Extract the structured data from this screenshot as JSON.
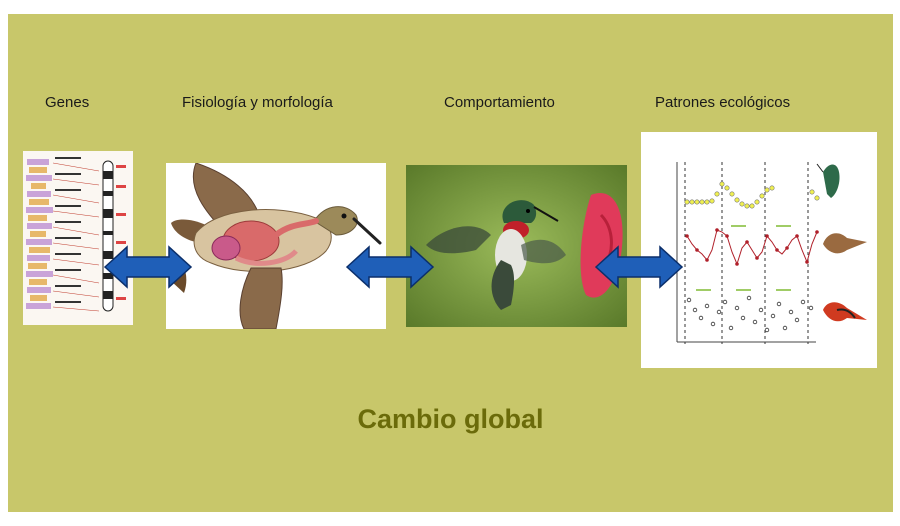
{
  "labels": {
    "genes": "Genes",
    "physiology": "Fisiología y morfología",
    "behavior": "Comportamiento",
    "ecology": "Patrones ecológicos"
  },
  "title": "Cambio global",
  "colors": {
    "background": "#c8c76a",
    "title": "#6b6b0a",
    "arrow": "#1f5fb8",
    "arrow_outline": "#0b2f6b"
  },
  "icons": [
    "gene-map-image",
    "hummingbird-anatomy-image",
    "hummingbird-photo-image",
    "ecology-chart-image",
    "double-arrow-icon"
  ]
}
